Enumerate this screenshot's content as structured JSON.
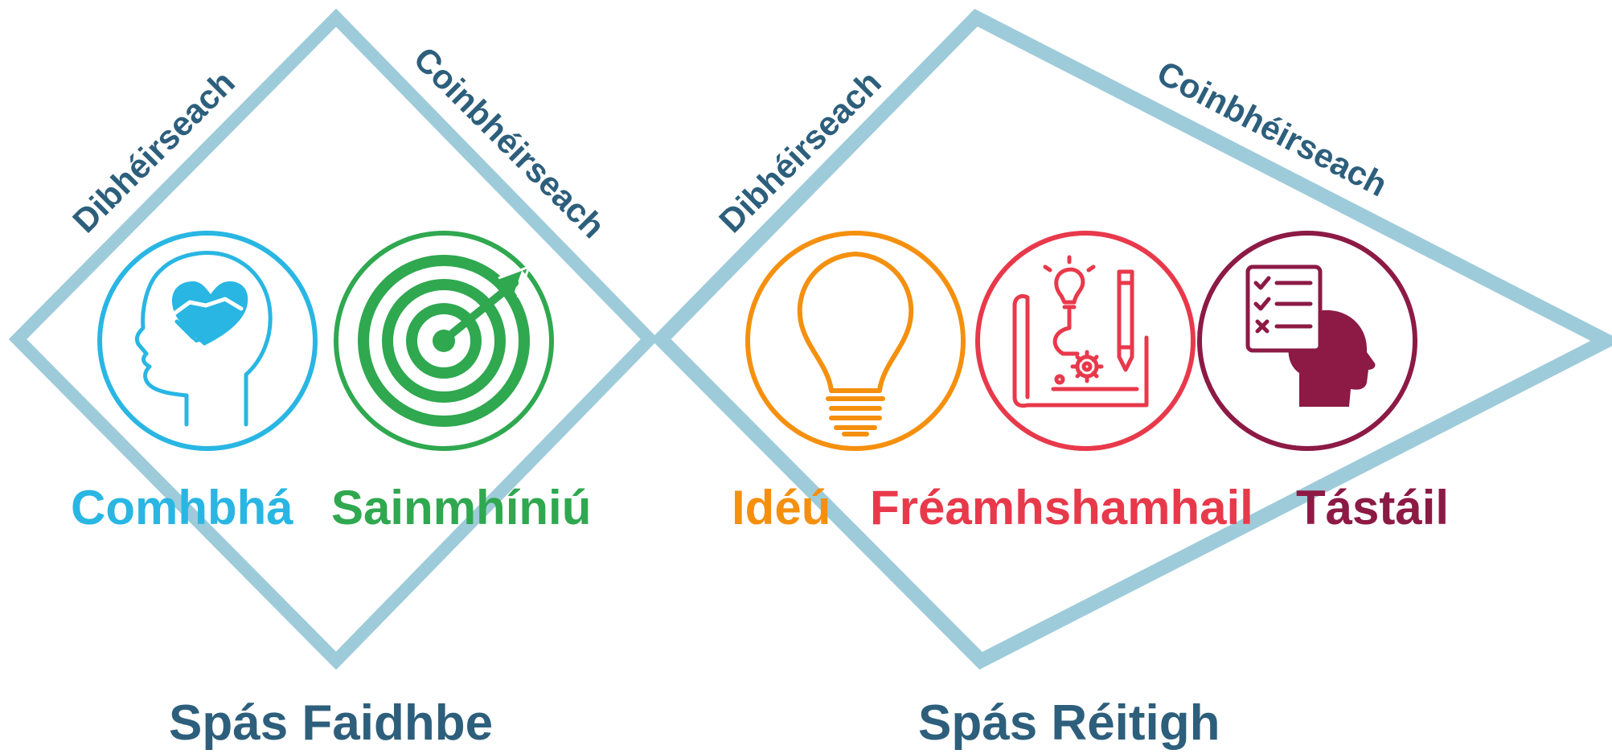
{
  "diamonds": [
    {
      "id": "problem",
      "diverge_label": "Dibhéirseach",
      "converge_label": "Coinbhéirseach",
      "space_label": "Spás Faidhbe",
      "stages": [
        {
          "label": "Comhbhá",
          "icon": "empathy-head-heart-icon",
          "color": "#29b6e3"
        },
        {
          "label": "Sainmhíniú",
          "icon": "target-arrow-icon",
          "color": "#2fa84f"
        }
      ]
    },
    {
      "id": "solution",
      "diverge_label": "Dibhéirseach",
      "converge_label": "Coinbhéirseach",
      "space_label": "Spás Réitigh",
      "stages": [
        {
          "label": "Idéú",
          "icon": "lightbulb-icon",
          "color": "#f5900f"
        },
        {
          "label": "Fréamhshamhail",
          "icon": "prototype-blueprint-icon",
          "color": "#e8394b"
        },
        {
          "label": "Tástáil",
          "icon": "test-checklist-head-icon",
          "color": "#8c1a45"
        }
      ]
    }
  ],
  "colors": {
    "outline": "#9ecbda",
    "label_text": "#2d5f7c"
  }
}
